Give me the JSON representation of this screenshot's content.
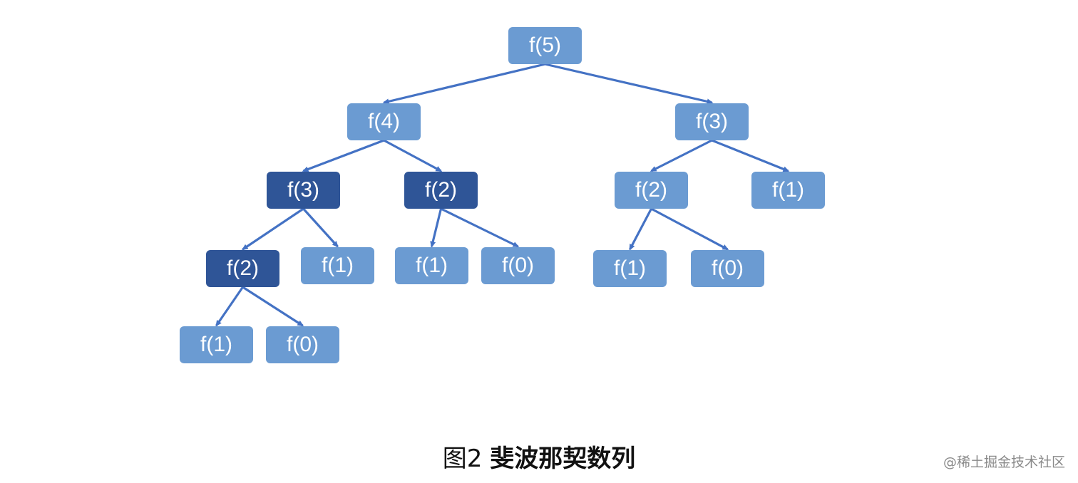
{
  "diagram": {
    "nodes": [
      {
        "id": "n0",
        "label": "f(5)",
        "style": "light"
      },
      {
        "id": "n1",
        "label": "f(4)",
        "style": "light"
      },
      {
        "id": "n2",
        "label": "f(3)",
        "style": "light"
      },
      {
        "id": "n3",
        "label": "f(3)",
        "style": "dark"
      },
      {
        "id": "n4",
        "label": "f(2)",
        "style": "dark"
      },
      {
        "id": "n5",
        "label": "f(2)",
        "style": "light"
      },
      {
        "id": "n6",
        "label": "f(1)",
        "style": "light"
      },
      {
        "id": "n7",
        "label": "f(2)",
        "style": "dark"
      },
      {
        "id": "n8",
        "label": "f(1)",
        "style": "light"
      },
      {
        "id": "n9",
        "label": "f(1)",
        "style": "light"
      },
      {
        "id": "n10",
        "label": "f(0)",
        "style": "light"
      },
      {
        "id": "n11",
        "label": "f(1)",
        "style": "light"
      },
      {
        "id": "n12",
        "label": "f(0)",
        "style": "light"
      },
      {
        "id": "n13",
        "label": "f(1)",
        "style": "light"
      },
      {
        "id": "n14",
        "label": "f(0)",
        "style": "light"
      }
    ],
    "edges": [
      [
        "n0",
        "n1"
      ],
      [
        "n0",
        "n2"
      ],
      [
        "n1",
        "n3"
      ],
      [
        "n1",
        "n4"
      ],
      [
        "n2",
        "n5"
      ],
      [
        "n2",
        "n6"
      ],
      [
        "n3",
        "n7"
      ],
      [
        "n3",
        "n8"
      ],
      [
        "n4",
        "n9"
      ],
      [
        "n4",
        "n10"
      ],
      [
        "n5",
        "n11"
      ],
      [
        "n5",
        "n12"
      ],
      [
        "n7",
        "n13"
      ],
      [
        "n7",
        "n14"
      ]
    ]
  },
  "colors": {
    "node_light": "#6b9bd2",
    "node_dark": "#2f5597",
    "edge": "#4472c4",
    "label": "#ffffff"
  },
  "caption": {
    "number": "图2",
    "title": "斐波那契数列"
  },
  "watermark": "@稀土掘金技术社区"
}
